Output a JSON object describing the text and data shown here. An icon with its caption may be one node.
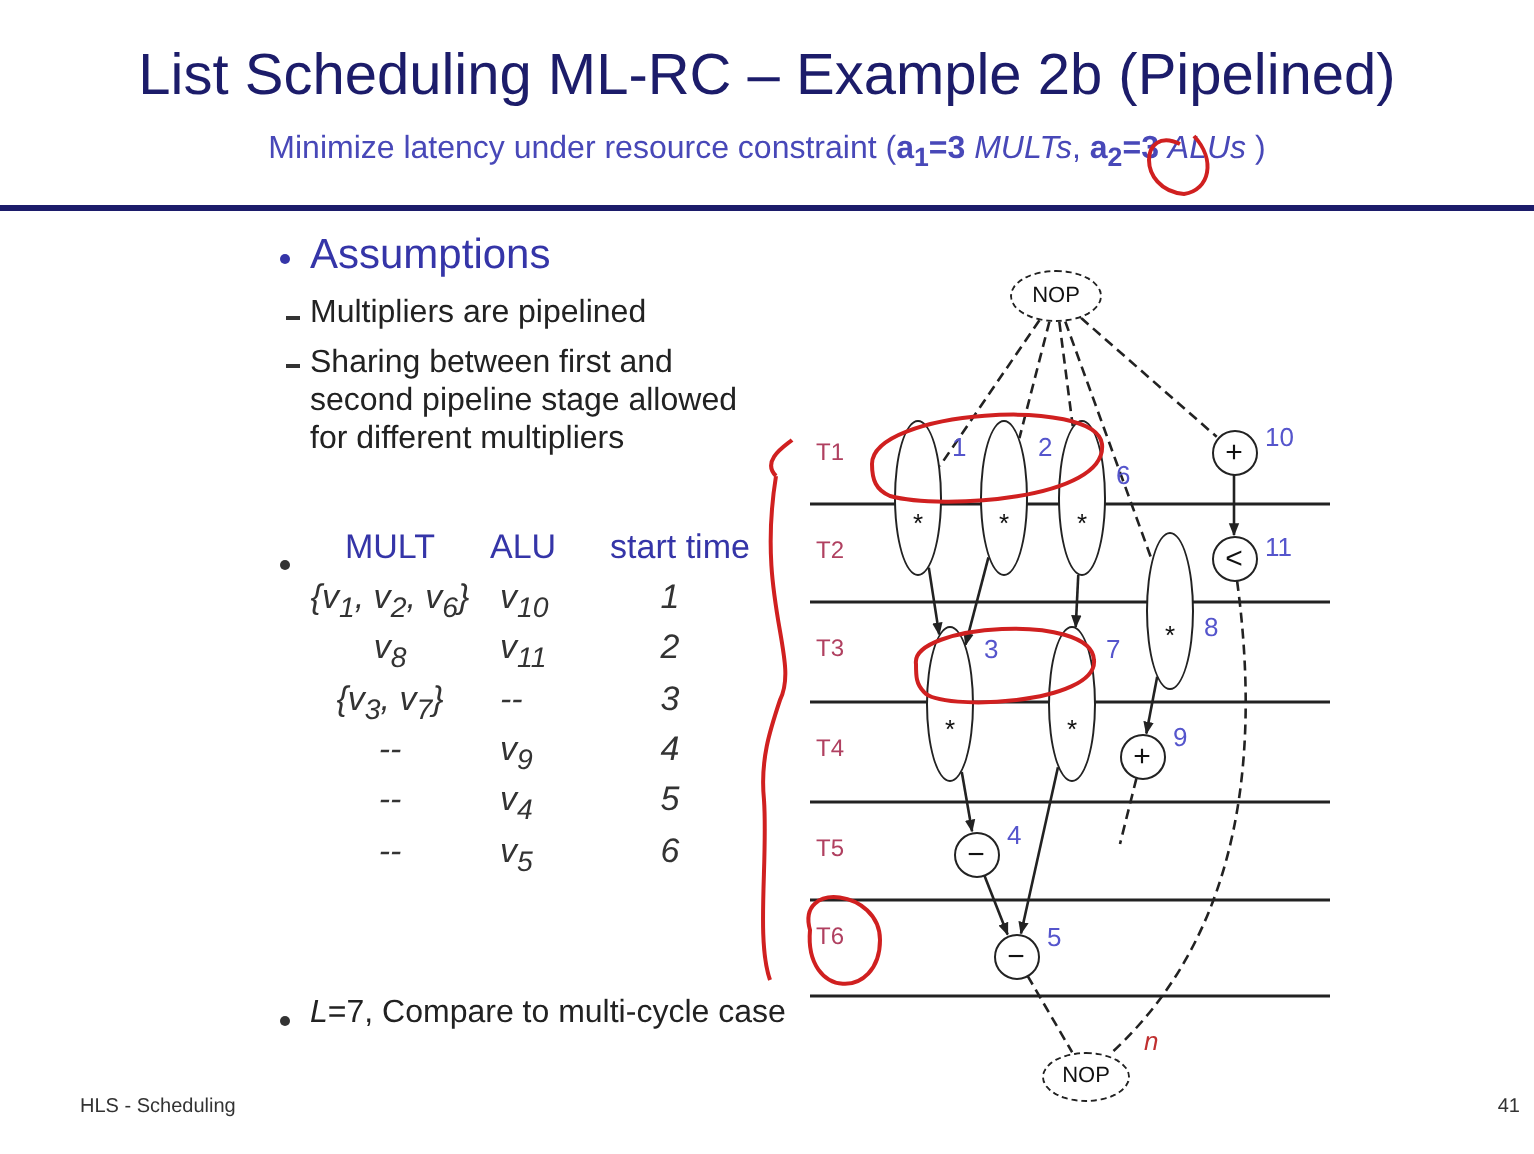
{
  "diagram": {
    "title": "List Scheduling ML-RC – Example 2b (Pipelined)",
    "nodes": [
      {
        "text": [
          "NOP"
        ]
      },
      {
        "text": [
          "*"
        ],
        "beside": [
          "1"
        ]
      },
      {
        "text": [
          "*"
        ],
        "beside": [
          "2"
        ]
      },
      {
        "text": [
          "*"
        ],
        "beside": [
          "6"
        ]
      },
      {
        "text": [
          "+"
        ],
        "beside": [
          "10"
        ]
      },
      {
        "text": [
          "<"
        ],
        "beside": [
          "11"
        ]
      },
      {
        "text": [
          "*"
        ],
        "beside": [
          "8"
        ]
      },
      {
        "text": [
          "*"
        ],
        "beside": [
          "3"
        ]
      },
      {
        "text": [
          "*"
        ],
        "beside": [
          "7"
        ]
      },
      {
        "text": [
          "+"
        ],
        "beside": [
          "9"
        ]
      },
      {
        "text": [
          "−"
        ],
        "beside": [
          "4"
        ]
      },
      {
        "text": [
          "−"
        ],
        "beside": [
          "5"
        ]
      },
      {
        "text": [
          "NOP"
        ],
        "beside": [
          "n"
        ]
      }
    ],
    "edges": [
      {
        "from": 0,
        "to": 1,
        "arrow": "none",
        "style": "dashed"
      },
      {
        "from": 0,
        "to": 2,
        "arrow": "none",
        "style": "dashed"
      },
      {
        "from": 0,
        "to": 3,
        "arrow": "none",
        "style": "dashed"
      },
      {
        "from": 0,
        "to": 6,
        "arrow": "none",
        "style": "dashed"
      },
      {
        "from": 0,
        "to": 4,
        "arrow": "none",
        "style": "dashed"
      },
      {
        "from": 4,
        "to": 5,
        "arrow": "to"
      },
      {
        "from": 1,
        "to": 7,
        "arrow": "to"
      },
      {
        "from": 2,
        "to": 7,
        "arrow": "to"
      },
      {
        "from": 3,
        "to": 8,
        "arrow": "to"
      },
      {
        "from": 6,
        "to": 9,
        "arrow": "to"
      },
      {
        "from": 7,
        "to": 10,
        "arrow": "to"
      },
      {
        "from": 10,
        "to": 11,
        "arrow": "to"
      },
      {
        "from": 8,
        "to": 11,
        "arrow": "to"
      },
      {
        "from": 9,
        "to": null,
        "arrow": "none",
        "style": "dashed"
      },
      {
        "from": 5,
        "to": 12,
        "arrow": "none",
        "style": "dashed"
      },
      {
        "from": 11,
        "to": 12,
        "arrow": "none",
        "style": "dashed"
      }
    ],
    "labels": [
      "Minimize latency under resource constraint (**a$_{1}$=3** *MULTs*, **a$_{2}$=3** *ALUs* )",
      "Assumptions",
      "Multipliers are pipelined",
      "Sharing between first and second pipeline stage allowed for different multipliers",
      "MULT",
      "ALU",
      "start time",
      "{v$_{1}$, v$_{2}$, v$_{6}$}",
      "v$_{10}$",
      "1",
      "v$_{8}$",
      "v$_{11}$",
      "2",
      "{v$_{3}$, v$_{7}$}",
      "--",
      "3",
      "--",
      "v$_{9}$",
      "4",
      "--",
      "v$_{4}$",
      "5",
      "--",
      "v$_{5}$",
      "6",
      "*L*=7, Compare to multi-cycle case",
      "T1",
      "T2",
      "T3",
      "T4",
      "T5",
      "T6",
      "HLS - Scheduling",
      "41"
    ]
  }
}
